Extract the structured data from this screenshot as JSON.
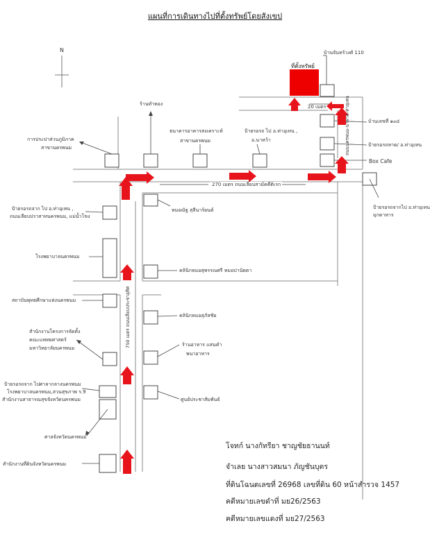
{
  "title": "แผนที่การเดินทางไปที่ตั้งทรัพย์โดยสังเขป",
  "north": "N",
  "property_label": "ที่ตั้งทรัพย์",
  "labels": {
    "village110": "บ้านจันทร์วงศ์ 110",
    "dist20": "20 เมตร",
    "goldshop": "ร้านทำทอง",
    "village104": "บ้านเลขที่ ๑๐๔",
    "ptt_office_1": "การประปาส่วนภูมิภาค",
    "ptt_office_2": "สาขานครพนม",
    "bank_1": "ธนาคารอาคารสงเคราะห์",
    "bank_2": "สาขานครพนม",
    "bus_stop_1": "ป้ายรอรถ ไป อ.ท่าอุเทน ,",
    "bus_stop_2": "อ.นาหว้า",
    "bus_stop_right": "ป้ายรอรถหาด/ อ.ท่าอุเทน",
    "box_cafe": "Box Cafe",
    "dist270": "270 เมตร ถนนเลียบสามัคคีดิเรก",
    "side_road_label": "ถนนนครพนม-นาพาด-ท่าอุเทน",
    "main_road_label": "750 เมตร ถนนเลียบประชาอุทิศ",
    "bus_stop_far_1": "ป้ายรอรถจากไป อ.ท่าอุเทน",
    "bus_stop_far_2": "มุกดาหาร",
    "left_stop_1": "ป้ายรอรถจาก ไป อ.ท่าอุเทน ,",
    "left_stop_2": "ถนนเลียบปราสาทนครพนม, แม่น้ำโขง",
    "hospital": "โรงพยาบาลนครพนม",
    "clinic_right1": "หมอณัฐ สุลีนาร์ยนต์",
    "clinic_right2": "คลินิกหมอสุพรรณศรี หมอปานัดดา",
    "institute": "สถาบันพุทธศึกษาแห่งนครพนม",
    "clinic_right3": "คลินิกหมอสุภัสชัย",
    "office_1": "สำนักงานโครงการจัดตั้ง",
    "office_2": "คณะแพทยศาสตร์",
    "office_3": "มหาวิทยาลัยนครพนม",
    "shop_1": "ร้านอาหาร แสนคำ",
    "shop_2": "พนาอาหาร",
    "bottom_stop_1": "ป้ายรอรถจาก ไปศาลากลางนครพนม",
    "bottom_stop_2": "โรงพยาบาลนครพนม,สวนสุขภาพ ร.9",
    "bottom_stop_3": "สำนักงานสาธารณสุขจังหวัดนครพนม",
    "health": "ศูนย์ประชาสัมพันธ์",
    "province": "ศาลจังหวัดนครพนม",
    "land_office": "สำนักงานที่ดินจังหวัดนครพนม"
  },
  "info": {
    "plaintiff": "โจทก์ นางกัทรียา  ชาญชัยธานนท์",
    "defendant": "จำเลย นางสาวสมนา  ภัญชันบุตร",
    "deed": "ที่ดินโฉนดเลขที่ 26968 เลขที่ดิน 60 หน้าสำรวจ 1457",
    "case1": "คดีหมายเลขดำที่     มย26/2563",
    "case2": "คดีหมายเลขแดงที่     มย27/2563"
  },
  "colors": {
    "arrow": "#e8141c",
    "property": "#ee0000",
    "line": "#777777"
  }
}
